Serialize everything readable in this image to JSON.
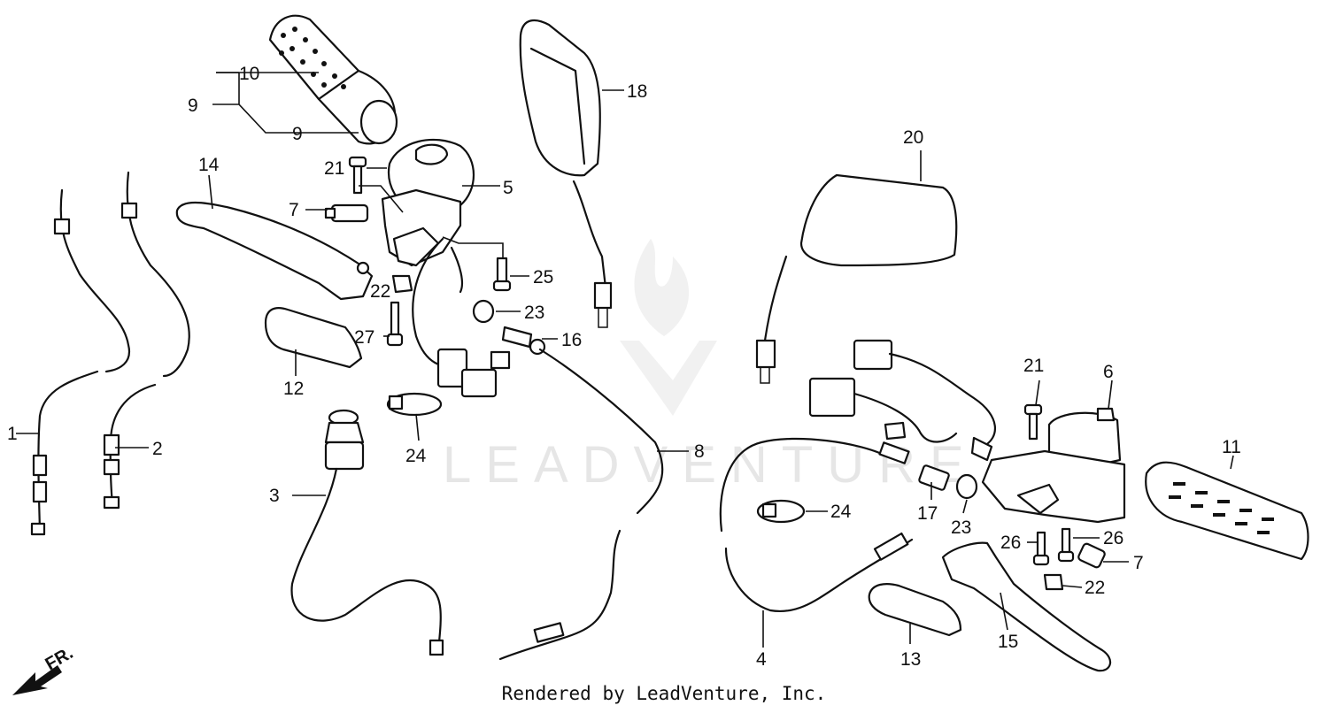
{
  "credit": "Rendered by LeadVenture, Inc.",
  "watermark": "LEADVENTURE",
  "direction_label": "FR.",
  "callouts": [
    {
      "id": "1",
      "label": "1"
    },
    {
      "id": "2",
      "label": "2"
    },
    {
      "id": "3",
      "label": "3"
    },
    {
      "id": "4",
      "label": "4"
    },
    {
      "id": "5",
      "label": "5"
    },
    {
      "id": "6",
      "label": "6"
    },
    {
      "id": "7a",
      "label": "7"
    },
    {
      "id": "7b",
      "label": "7"
    },
    {
      "id": "8",
      "label": "8"
    },
    {
      "id": "9",
      "label": "9"
    },
    {
      "id": "10",
      "label": "10"
    },
    {
      "id": "11",
      "label": "11"
    },
    {
      "id": "12",
      "label": "12"
    },
    {
      "id": "13",
      "label": "13"
    },
    {
      "id": "14",
      "label": "14"
    },
    {
      "id": "15",
      "label": "15"
    },
    {
      "id": "16",
      "label": "16"
    },
    {
      "id": "17",
      "label": "17"
    },
    {
      "id": "18",
      "label": "18"
    },
    {
      "id": "19",
      "label": "19"
    },
    {
      "id": "20",
      "label": "20"
    },
    {
      "id": "21a",
      "label": "21"
    },
    {
      "id": "21b",
      "label": "21"
    },
    {
      "id": "22a",
      "label": "22"
    },
    {
      "id": "22b",
      "label": "22"
    },
    {
      "id": "23a",
      "label": "23"
    },
    {
      "id": "23b",
      "label": "23"
    },
    {
      "id": "24a",
      "label": "24"
    },
    {
      "id": "24b",
      "label": "24"
    },
    {
      "id": "25",
      "label": "25"
    },
    {
      "id": "26a",
      "label": "26"
    },
    {
      "id": "26b",
      "label": "26"
    },
    {
      "id": "27",
      "label": "27"
    }
  ]
}
